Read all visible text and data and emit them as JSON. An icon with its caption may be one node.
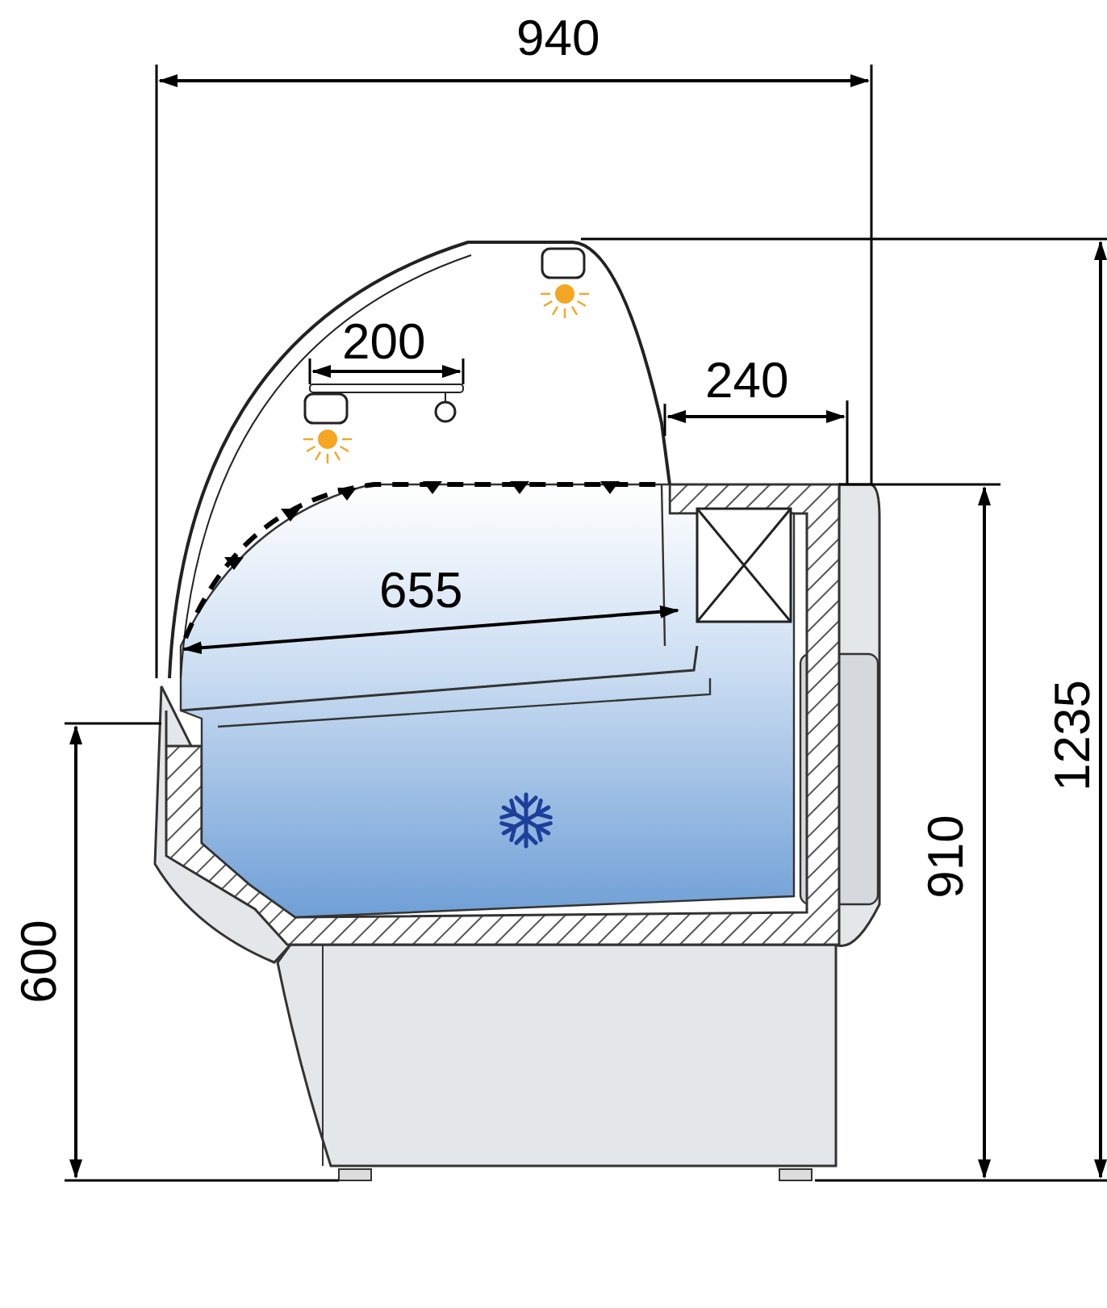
{
  "diagram": {
    "labels": [
      "940",
      "200",
      "240",
      "655",
      "600",
      "910",
      "1235"
    ]
  }
}
